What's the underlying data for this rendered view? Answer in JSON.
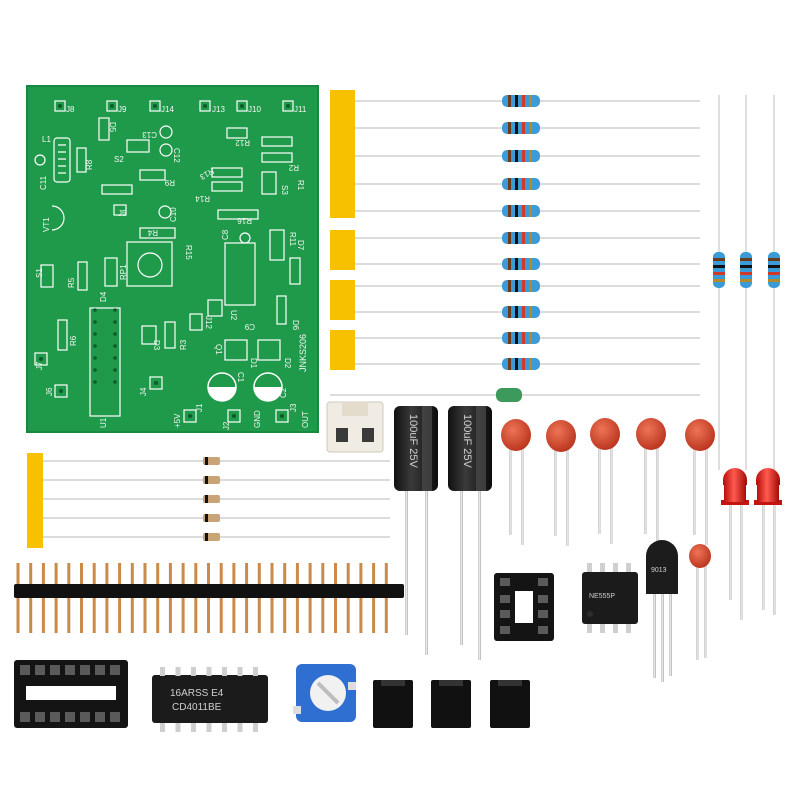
{
  "board": {
    "color": "#1f9a4a",
    "silkscreen_color": "#ffffff",
    "brand": "JNKS206",
    "labels": {
      "j8": "J8",
      "j9": "J9",
      "j14": "J14",
      "j13": "J13",
      "j10": "J10",
      "j11": "J11",
      "l1": "L1",
      "r8": "R8",
      "d5": "D5",
      "c13": "C13",
      "c12": "C12",
      "c11": "C11",
      "s2": "S2",
      "r12": "R12",
      "r13": "R13",
      "r14": "R14",
      "r2": "R2",
      "r9": "R9",
      "s3": "S3",
      "r1": "R1",
      "vt1": "VT1",
      "j5": "J5",
      "c10": "C10",
      "r16": "R16",
      "r4": "R4",
      "r15": "R15",
      "c8": "C8",
      "r11": "R11",
      "d7": "D7",
      "s1": "S1",
      "r5": "R5",
      "rp1": "RP1",
      "d4": "D4",
      "u2": "U2",
      "c9": "C9",
      "d6": "D6",
      "r6": "R6",
      "d3": "D3",
      "r3": "R3",
      "j12": "J12",
      "q1": "Q1",
      "d1": "D1",
      "d2": "D2",
      "j7": "J7",
      "c1": "C1",
      "c2": "C2",
      "j6": "J6",
      "j4": "J4",
      "j1": "J1",
      "j2": "J2",
      "j3": "J3",
      "u1": "U1",
      "plus5v": "+5V",
      "gnd": "GND",
      "out": "OUT"
    }
  },
  "parts": {
    "electrolytic_marking_1": "100uF 25V",
    "electrolytic_marking_2": "100uF 25V",
    "ic_cd4011": "CD4011BE",
    "ic_cd4011_code": "16ARSS E4",
    "ic_8pin": "NE555P",
    "transistor": "9013"
  },
  "colors": {
    "tape": "#f8c100",
    "resistor_body": "#3a9bd6",
    "ceramic_cap": "#d9442a",
    "led": "#e0201b",
    "electrolytic": "#202020",
    "ic_body": "#1e1e1e",
    "header_pin": "#c98a4a",
    "trimpot": "#2f6fd1"
  }
}
